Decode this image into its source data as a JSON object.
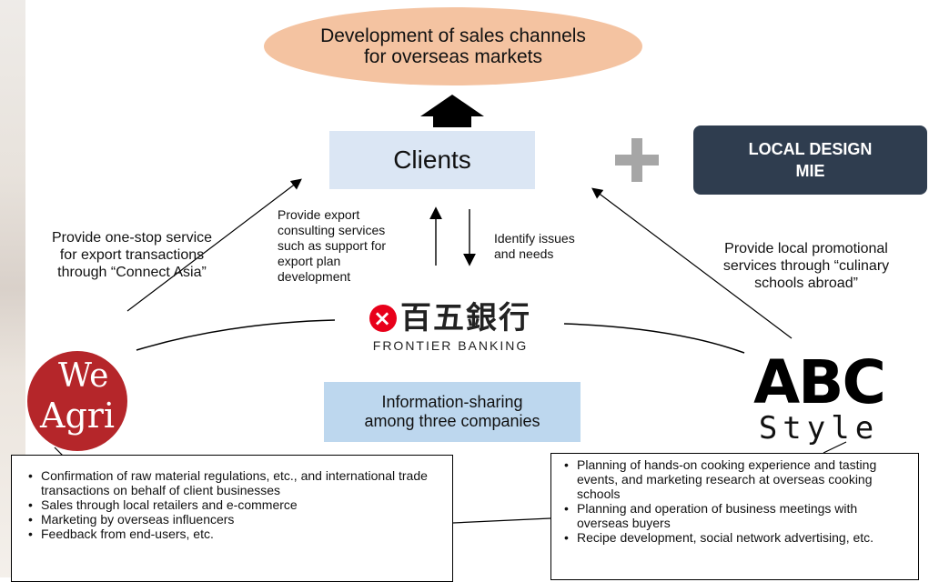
{
  "goal": "Development of sales channels\nfor overseas markets",
  "clients": "Clients",
  "partner": "LOCAL DESIGN\nMIE",
  "left_label": "Provide one-stop service\nfor export transactions\nthrough “Connect Asia”",
  "bank_service": "Provide export\nconsulting services\nsuch as support for\nexport plan\ndevelopment",
  "bank_need": "Identify issues\nand needs",
  "right_label": "Provide local promotional\nservices through “culinary\nschools abroad”",
  "bank": {
    "kanji": "百五銀行",
    "mark": "×",
    "sub": "FRONTIER BANKING"
  },
  "info_sharing": "Information-sharing\namong three companies",
  "weagri": {
    "line1": "We",
    "line2": "Agri"
  },
  "abc": {
    "big": "ABC",
    "script": "Style"
  },
  "left_items": [
    "Confirmation of raw material regulations, etc., and international trade transactions on behalf of client businesses",
    "Sales through local retailers and e-commerce",
    "Marketing by overseas influencers",
    "Feedback from end-users, etc."
  ],
  "right_items": [
    "Planning of hands-on cooking experience and tasting events, and marketing research at overseas cooking schools",
    "Planning and operation of business meetings with overseas buyers",
    "Recipe development, social network advertising, etc."
  ],
  "colors": {
    "goal": "#f4c3a1",
    "clients": "#dbe6f4",
    "partner": "#2f3d4f",
    "info": "#bdd7ee",
    "weagri": "#b5262a",
    "bank_mark": "#e8001a"
  }
}
